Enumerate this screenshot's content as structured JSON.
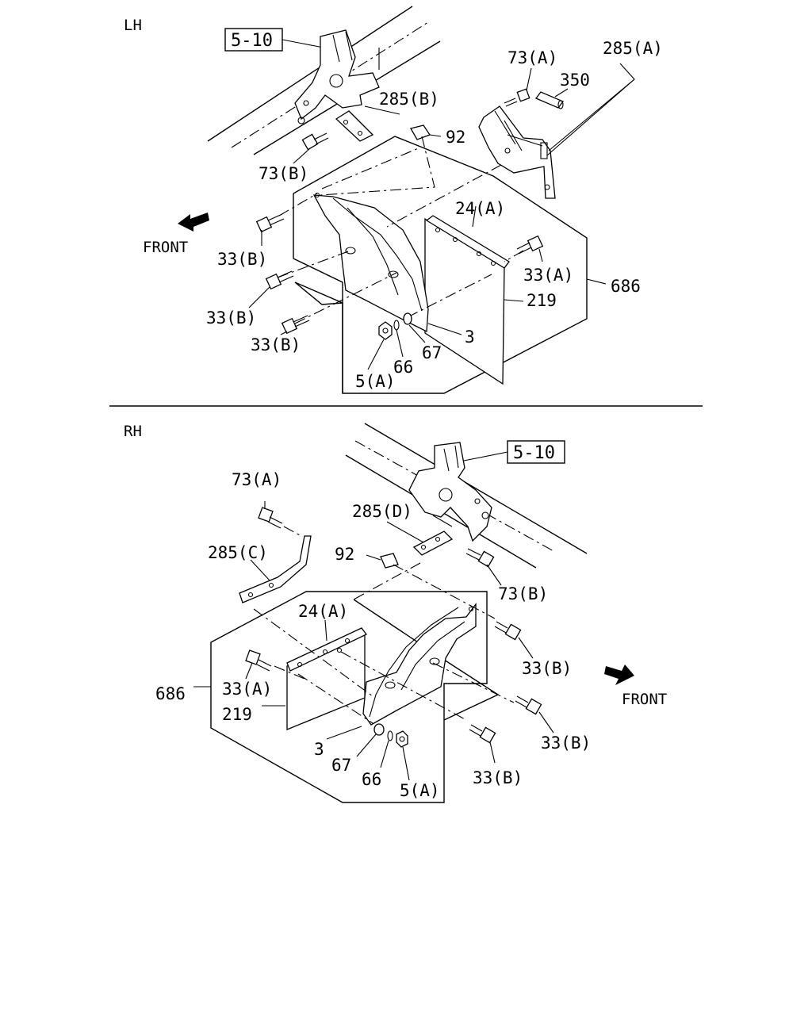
{
  "sections": {
    "lh": {
      "side_label": "LH",
      "ref_box": "5-10",
      "front_label": "FRONT",
      "callouts": {
        "c73a": "73(A)",
        "c285a": "285(A)",
        "c350": "350",
        "c285b": "285(B)",
        "c92": "92",
        "c73b": "73(B)",
        "c24a": "24(A)",
        "c33b_1": "33(B)",
        "c33a": "33(A)",
        "c686": "686",
        "c33b_2": "33(B)",
        "c219": "219",
        "c3": "3",
        "c33b_3": "33(B)",
        "c67": "67",
        "c66": "66",
        "c5a": "5(A)"
      }
    },
    "rh": {
      "side_label": "RH",
      "ref_box": "5-10",
      "front_label": "FRONT",
      "callouts": {
        "c73a": "73(A)",
        "c285d": "285(D)",
        "c285c": "285(C)",
        "c92": "92",
        "c73b": "73(B)",
        "c24a": "24(A)",
        "c33b_1": "33(B)",
        "c686": "686",
        "c33a": "33(A)",
        "c219": "219",
        "c33b_2": "33(B)",
        "c3": "3",
        "c67": "67",
        "c66": "66",
        "c5a": "5(A)",
        "c33b_3": "33(B)"
      }
    }
  }
}
